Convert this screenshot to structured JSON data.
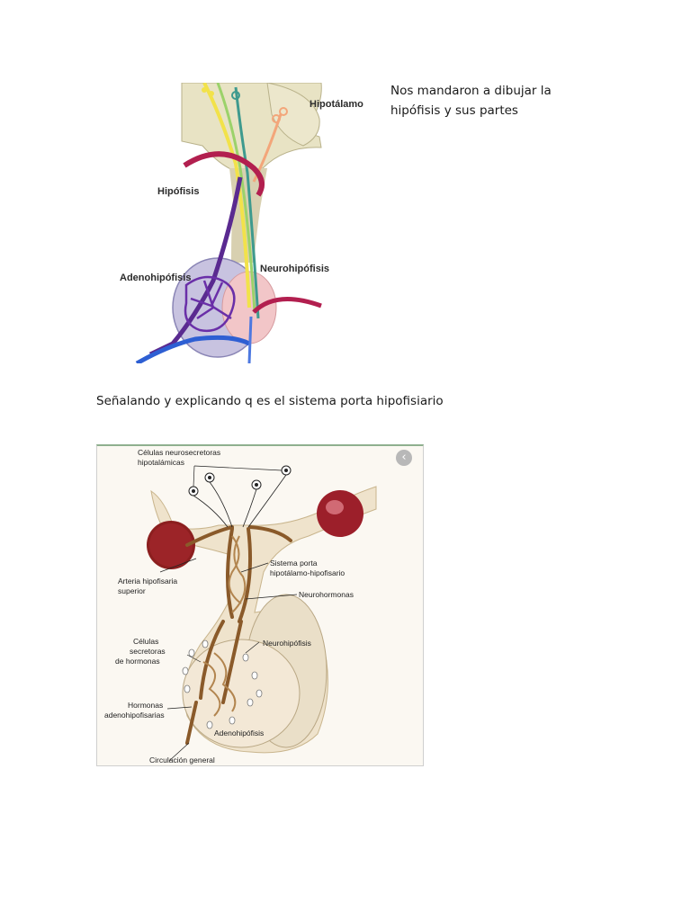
{
  "intro_text": "Nos mandaron a dibujar la hipófisis y sus partes",
  "caption_text": "Señalando y explicando q es el sistema porta hipofisiario",
  "figure1": {
    "labels": {
      "hipotalamo": "Hipotálamo",
      "hipofisis": "Hipófisis",
      "adenohipofisis": "Adenohipófisis",
      "neurohipofisis": "Neurohipófisis"
    }
  },
  "figure2": {
    "labels": {
      "celulas_neuro_1": "Células neurosecretoras",
      "celulas_neuro_2": "hipotalámicas",
      "sistema_porta_1": "Sistema porta",
      "sistema_porta_2": "hipotálamo-hipofisario",
      "neurohormonas": "Neurohormonas",
      "arteria_1": "Arteria hipofisaria",
      "arteria_2": "superior",
      "neurohipofisis": "Neurohipófisis",
      "celulas_sec_1": "Células",
      "celulas_sec_2": "secretoras",
      "celulas_sec_3": "de hormonas",
      "hormonas_1": "Hormonas",
      "hormonas_2": "adenohipofisarias",
      "adenohipofisis": "Adenohipófisis",
      "circulacion": "Circulación general"
    },
    "nav_icon": "chevron-left-icon",
    "nav_glyph": "‹"
  }
}
